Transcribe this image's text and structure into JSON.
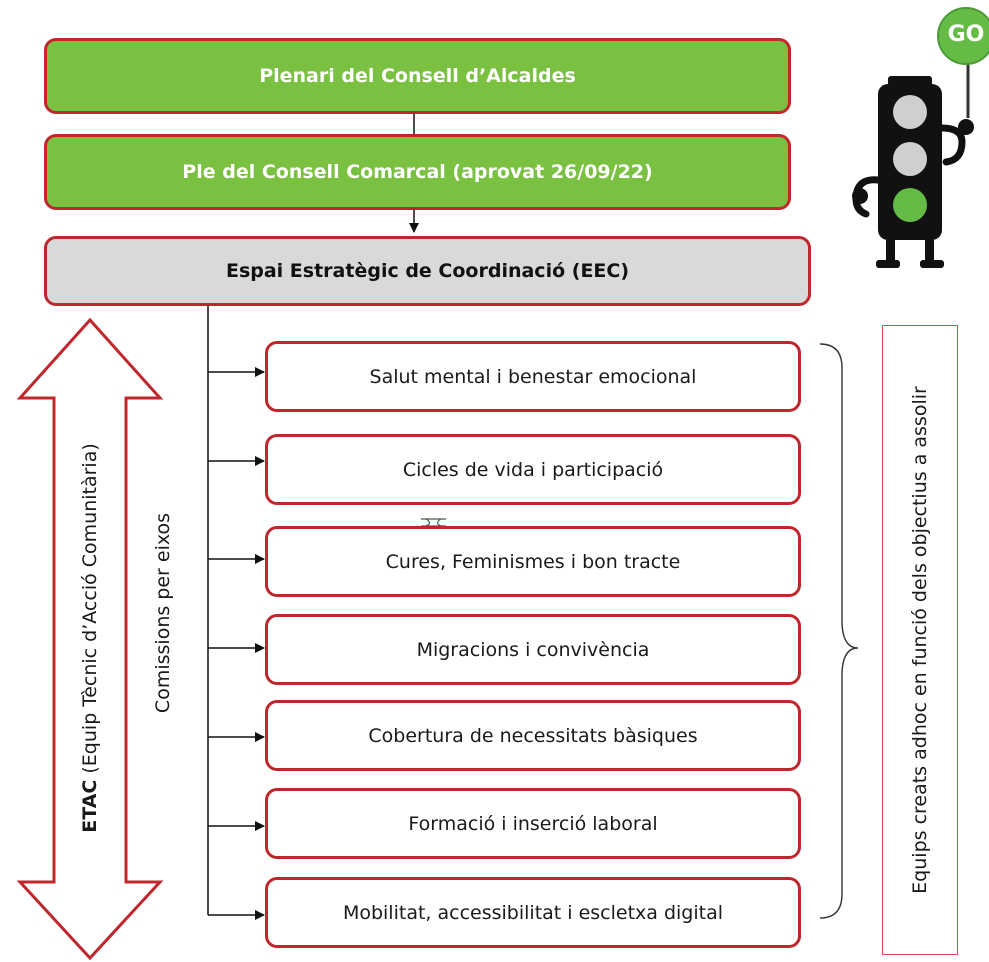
{
  "top_boxes": {
    "plenari": "Plenari del Consell d’Alcaldes",
    "ple": "Ple del Consell Comarcal (aprovat 26/09/22)",
    "eec": "Espai Estratègic de Coordinació (EEC)"
  },
  "commissions": [
    "Salut mental i benestar emocional",
    "Cicles de vida i participació",
    "Cures, Feminismes i bon tracte",
    "Migracions i convivència",
    "Cobertura de necessitats bàsiques",
    "Formació i inserció laboral",
    "Mobilitat, accessibilitat i escletxa digital"
  ],
  "side_labels": {
    "etac_bold": "ETAC",
    "etac_rest": " (Equip Tècnic d’Acció Comunitària)",
    "commissions_axis": "Comissions per eixos",
    "teams": "Equips creats adhoc en funció dels objectius a assolir"
  },
  "go_sign": "GO",
  "colors": {
    "border_red": "#c0272d",
    "green_fill": "#7ac142",
    "grey_fill": "#d9d9d9",
    "light_grey": "#cccccc",
    "traffic_green": "#64bc46"
  },
  "icons": {
    "traffic_light": "traffic-light-go-character-icon"
  }
}
